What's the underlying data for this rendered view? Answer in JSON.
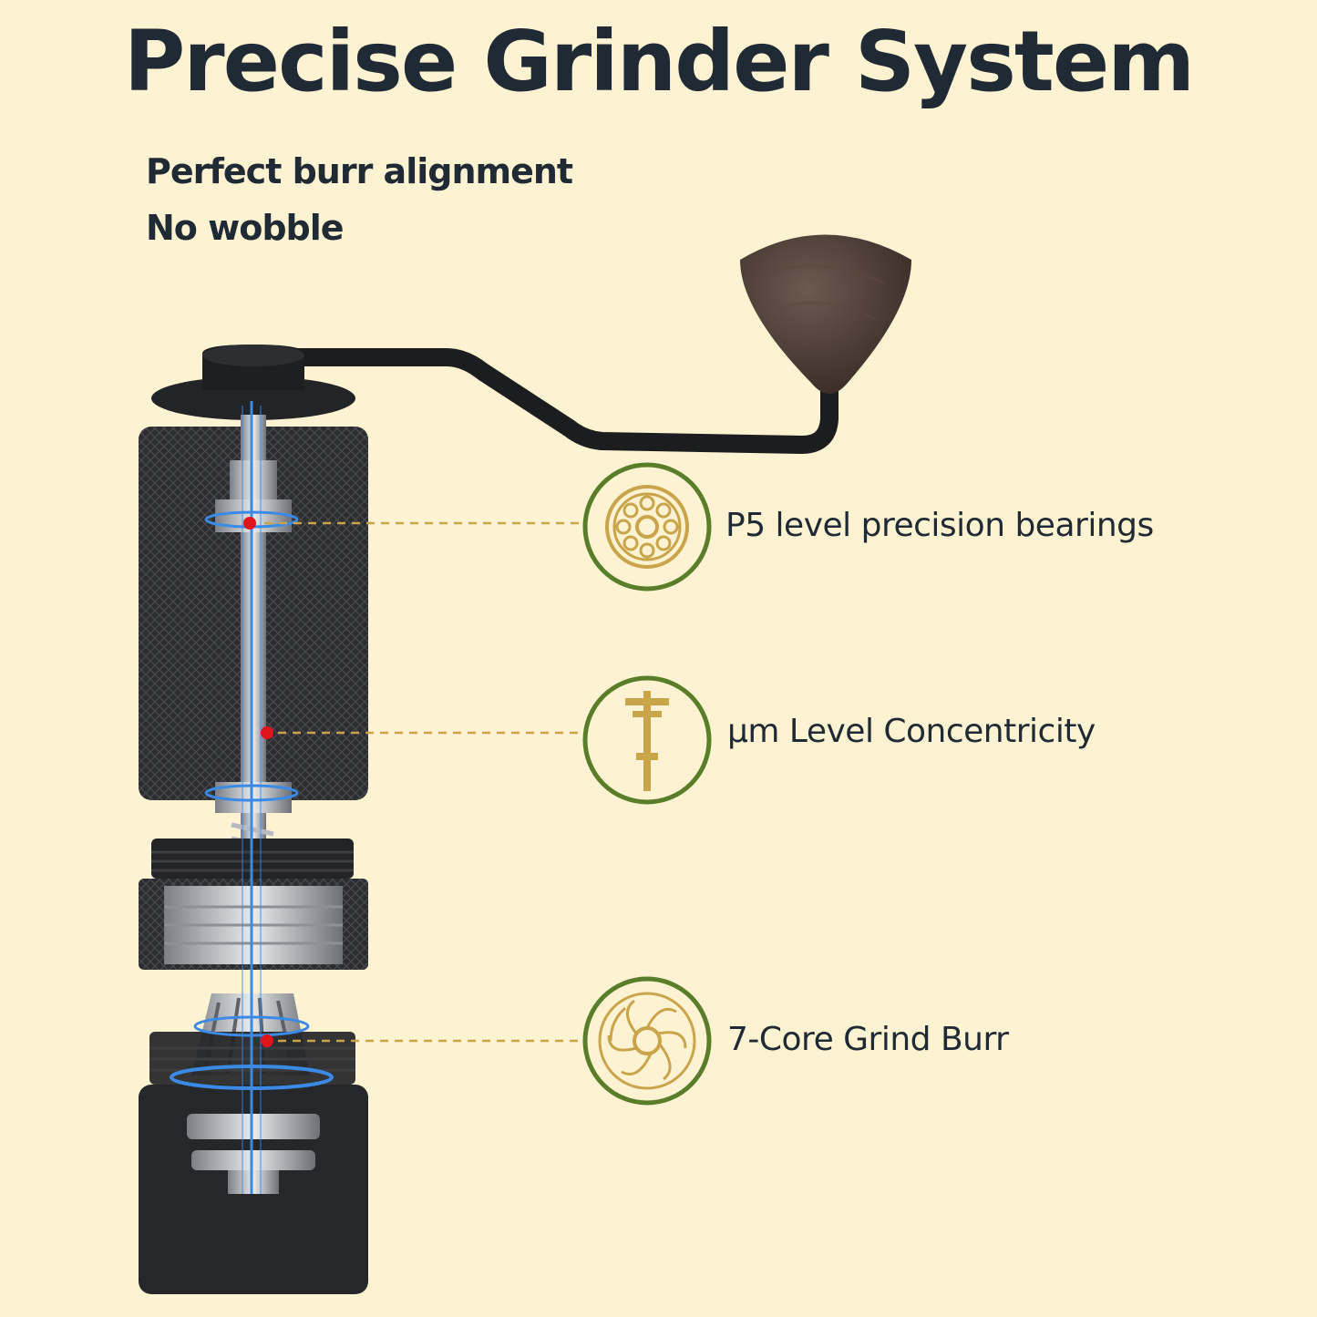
{
  "headline": "Precise Grinder System",
  "subtitle_lines": [
    "Perfect burr alignment",
    "No wobble"
  ],
  "features": [
    {
      "label": "P5 level precision bearings",
      "icon": "bearing-icon"
    },
    {
      "label": "μm Level Concentricity",
      "icon": "concentric-shaft-icon"
    },
    {
      "label": "7-Core Grind Burr",
      "icon": "burr-icon"
    }
  ],
  "colors": {
    "background": "#fdf3d2",
    "text": "#1f2a34",
    "icon_ring": "#5a7d2a",
    "icon_gold": "#c9a44a",
    "axis_blue": "#3b8ae6",
    "marker_red": "#e0141b",
    "grinder_body": "#2a2b2d",
    "knob_wood": "#4a3a33"
  }
}
